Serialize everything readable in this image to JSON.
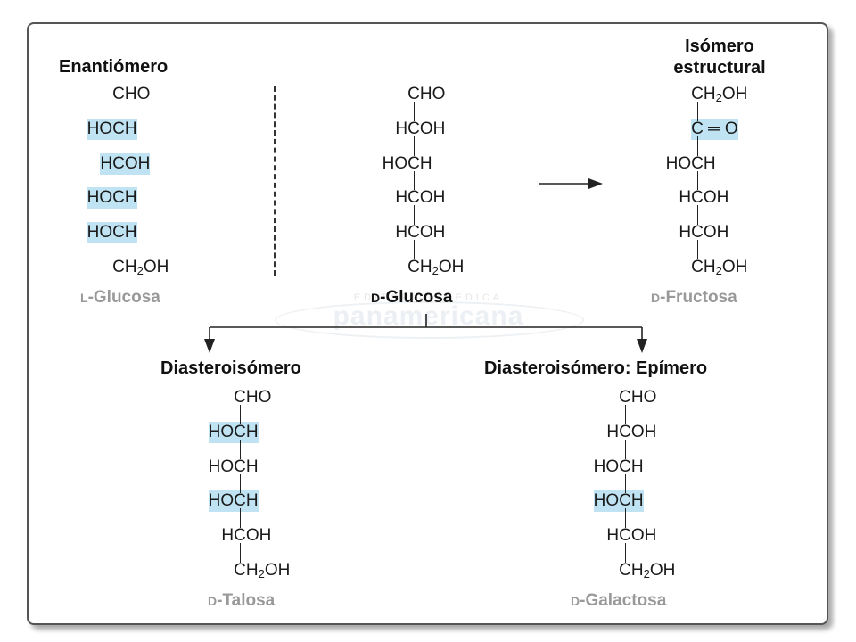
{
  "headings": {
    "enantiomer": "Enantiómero",
    "structural_line1": "Isómero",
    "structural_line2": "estructural",
    "diastereo": "Diasteroisómero",
    "epimer": "Diasteroisómero: Epímero"
  },
  "molecules": {
    "l_glucose": {
      "prefix": "L",
      "name": "-Glucosa",
      "rows": [
        {
          "text": "CHO",
          "highlight": false
        },
        {
          "text": "HOCH",
          "highlight": true
        },
        {
          "text": "HCOH",
          "highlight": true
        },
        {
          "text": "HOCH",
          "highlight": true
        },
        {
          "text": "HOCH",
          "highlight": true
        },
        {
          "text": "CH2OH",
          "highlight": false
        }
      ]
    },
    "d_glucose": {
      "prefix": "D",
      "name": "-Glucosa",
      "rows": [
        {
          "text": "CHO",
          "highlight": false
        },
        {
          "text": "HCOH",
          "highlight": false
        },
        {
          "text": "HOCH",
          "highlight": false
        },
        {
          "text": "HCOH",
          "highlight": false
        },
        {
          "text": "HCOH",
          "highlight": false
        },
        {
          "text": "CH2OH",
          "highlight": false
        }
      ]
    },
    "d_fructose": {
      "prefix": "D",
      "name": "-Fructosa",
      "rows": [
        {
          "text": "CH2OH",
          "highlight": false
        },
        {
          "text": "C═O",
          "highlight": true
        },
        {
          "text": "HOCH",
          "highlight": false
        },
        {
          "text": "HCOH",
          "highlight": false
        },
        {
          "text": "HCOH",
          "highlight": false
        },
        {
          "text": "CH2OH",
          "highlight": false
        }
      ]
    },
    "d_talose": {
      "prefix": "D",
      "name": "-Talosa",
      "rows": [
        {
          "text": "CHO",
          "highlight": false
        },
        {
          "text": "HOCH",
          "highlight": true
        },
        {
          "text": "HOCH",
          "highlight": false
        },
        {
          "text": "HOCH",
          "highlight": true
        },
        {
          "text": "HCOH",
          "highlight": false
        },
        {
          "text": "CH2OH",
          "highlight": false
        }
      ]
    },
    "d_galactose": {
      "prefix": "D",
      "name": "-Galactosa",
      "rows": [
        {
          "text": "CHO",
          "highlight": false
        },
        {
          "text": "HCOH",
          "highlight": false
        },
        {
          "text": "HOCH",
          "highlight": false
        },
        {
          "text": "HOCH",
          "highlight": true
        },
        {
          "text": "HCOH",
          "highlight": false
        },
        {
          "text": "CH2OH",
          "highlight": false
        }
      ]
    }
  },
  "watermark": {
    "small": "EDITORIAL MEDICA",
    "big": "panamericana"
  },
  "colors": {
    "highlight": "#bfe3f3",
    "name_gray": "#999999"
  }
}
